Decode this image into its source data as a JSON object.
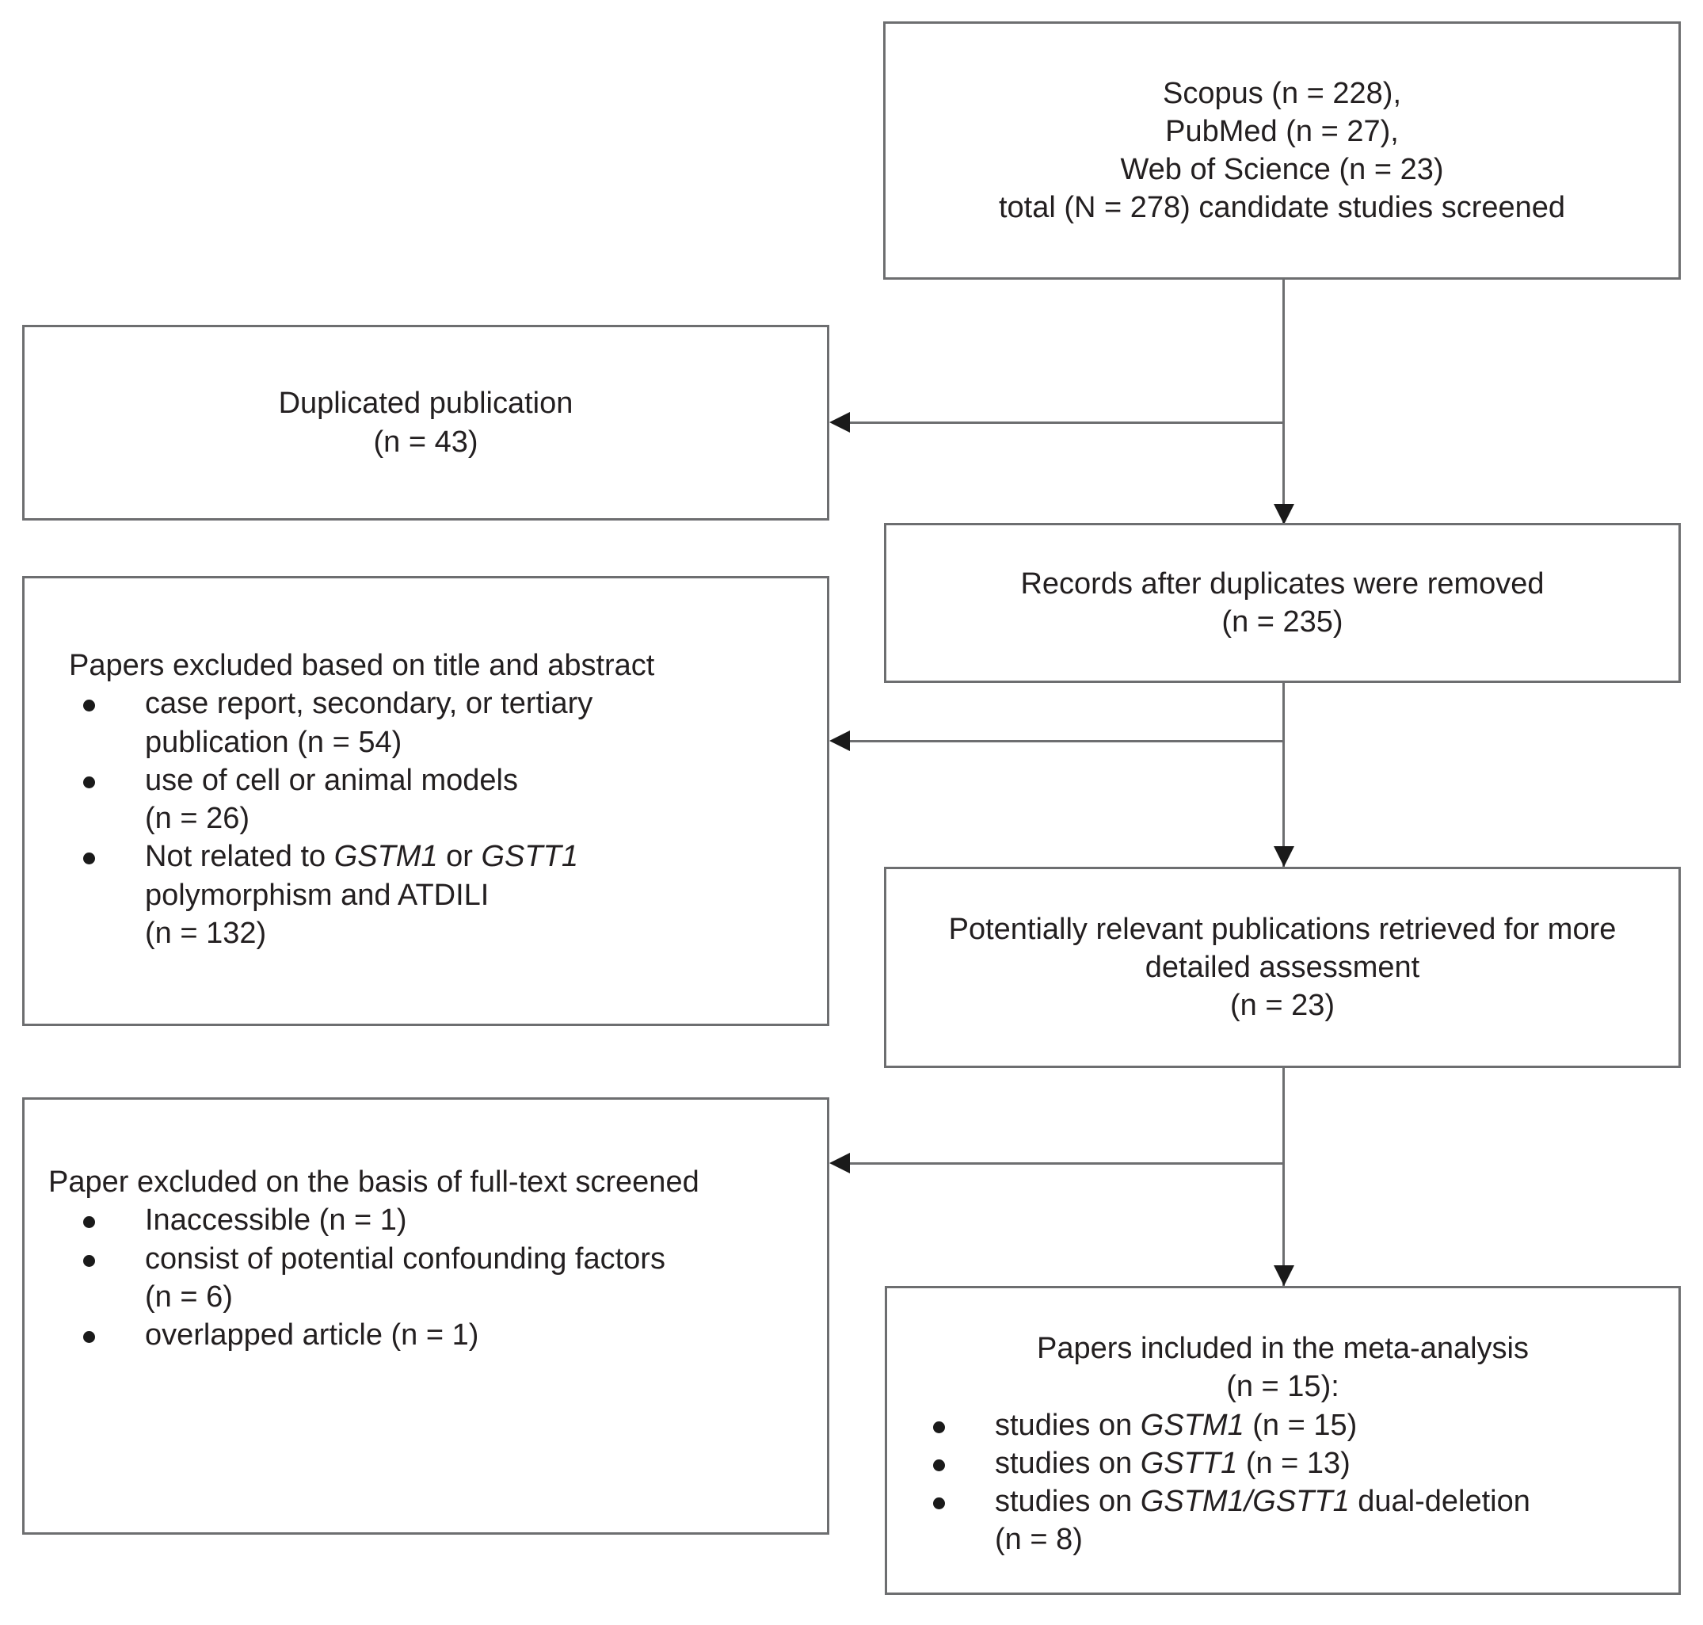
{
  "diagram": {
    "type": "prisma-flow-diagram",
    "boxes": {
      "sources": {
        "text": "Scopus (n = 228),\nPubMed (n = 27),\nWeb of Science (n = 23)\ntotal (N = 278) candidate studies screened"
      },
      "duplicates": {
        "text": "Duplicated publication\n(n = 43)"
      },
      "after_duplicates": {
        "text": "Records after duplicates were removed\n(n = 235)"
      },
      "excluded_title_abstract": {
        "lead": "Papers excluded based on title and abstract",
        "bullets": [
          {
            "pre": "case report, secondary, or tertiary\npublication (n = 54)",
            "gene": "",
            "post": ""
          },
          {
            "pre": "use of cell or animal models\n(n = 26)",
            "gene": "",
            "post": ""
          },
          {
            "pre": "Not related to ",
            "gene": "GSTM1",
            "mid": " or ",
            "gene2": "GSTT1",
            "post": "\npolymorphism and ATDILI\n(n = 132)"
          }
        ]
      },
      "potentially_relevant": {
        "text": "Potentially relevant  publications retrieved  for more\ndetailed assessment\n(n = 23)"
      },
      "excluded_fulltext": {
        "lead": "Paper excluded on the basis of full-text screened",
        "bullets": [
          {
            "pre": "Inaccessible (n = 1)"
          },
          {
            "pre": "consist of potential confounding  factors\n(n = 6)"
          },
          {
            "pre": "overlapped  article (n = 1)"
          }
        ]
      },
      "included": {
        "heading": "Papers included in the meta-analysis\n(n = 15):",
        "bullets": [
          {
            "pre": "studies on ",
            "gene": "GSTM1",
            "post": " (n = 15)"
          },
          {
            "pre": "studies on ",
            "gene": "GSTT1",
            "post": " (n = 13)"
          },
          {
            "pre": "studies on ",
            "gene": "GSTM1/GSTT1",
            "post": " dual-deletion\n(n = 8)"
          }
        ]
      }
    },
    "colors": {
      "box_border": "#6d6e70",
      "connector": "#6d6e70",
      "arrow_head": "#1a1a1a",
      "text": "#231f20",
      "background": "#ffffff"
    }
  }
}
